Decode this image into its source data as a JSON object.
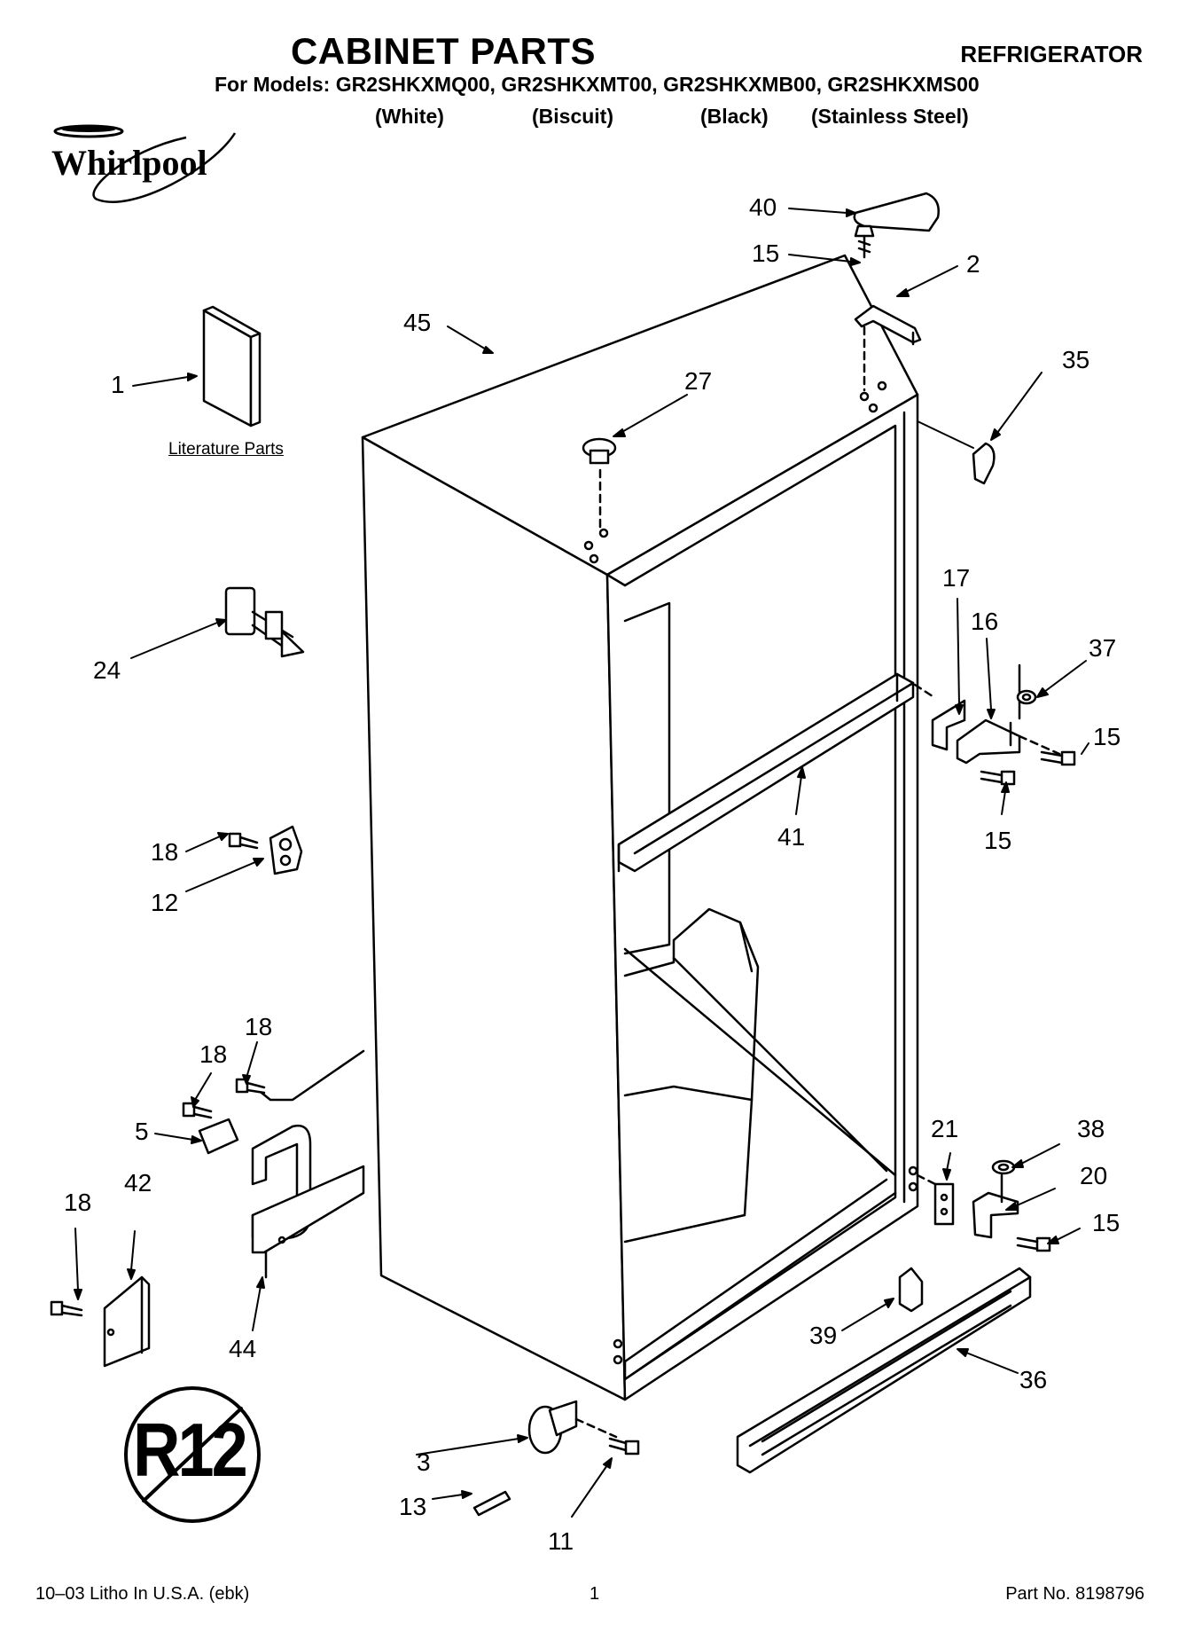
{
  "header": {
    "title": "CABINET PARTS",
    "product": "REFRIGERATOR",
    "models": "For Models: GR2SHKXMQ00, GR2SHKXMT00, GR2SHKXMB00, GR2SHKXMS00",
    "colors": [
      "(White)",
      "(Biscuit)",
      "(Black)",
      "(Stainless Steel)"
    ]
  },
  "brand": "Whirlpool",
  "literature_label": "Literature Parts",
  "callouts": [
    "40",
    "15",
    "2",
    "45",
    "27",
    "35",
    "1",
    "24",
    "17",
    "16",
    "37",
    "15",
    "41",
    "15",
    "18",
    "12",
    "18",
    "18",
    "5",
    "21",
    "38",
    "20",
    "15",
    "18",
    "42",
    "44",
    "39",
    "36",
    "3",
    "13",
    "11"
  ],
  "badge": "R12",
  "footer": {
    "left": "10–03 Litho In U.S.A. (ebk)",
    "center": "1",
    "right": "Part No. 8198796"
  }
}
